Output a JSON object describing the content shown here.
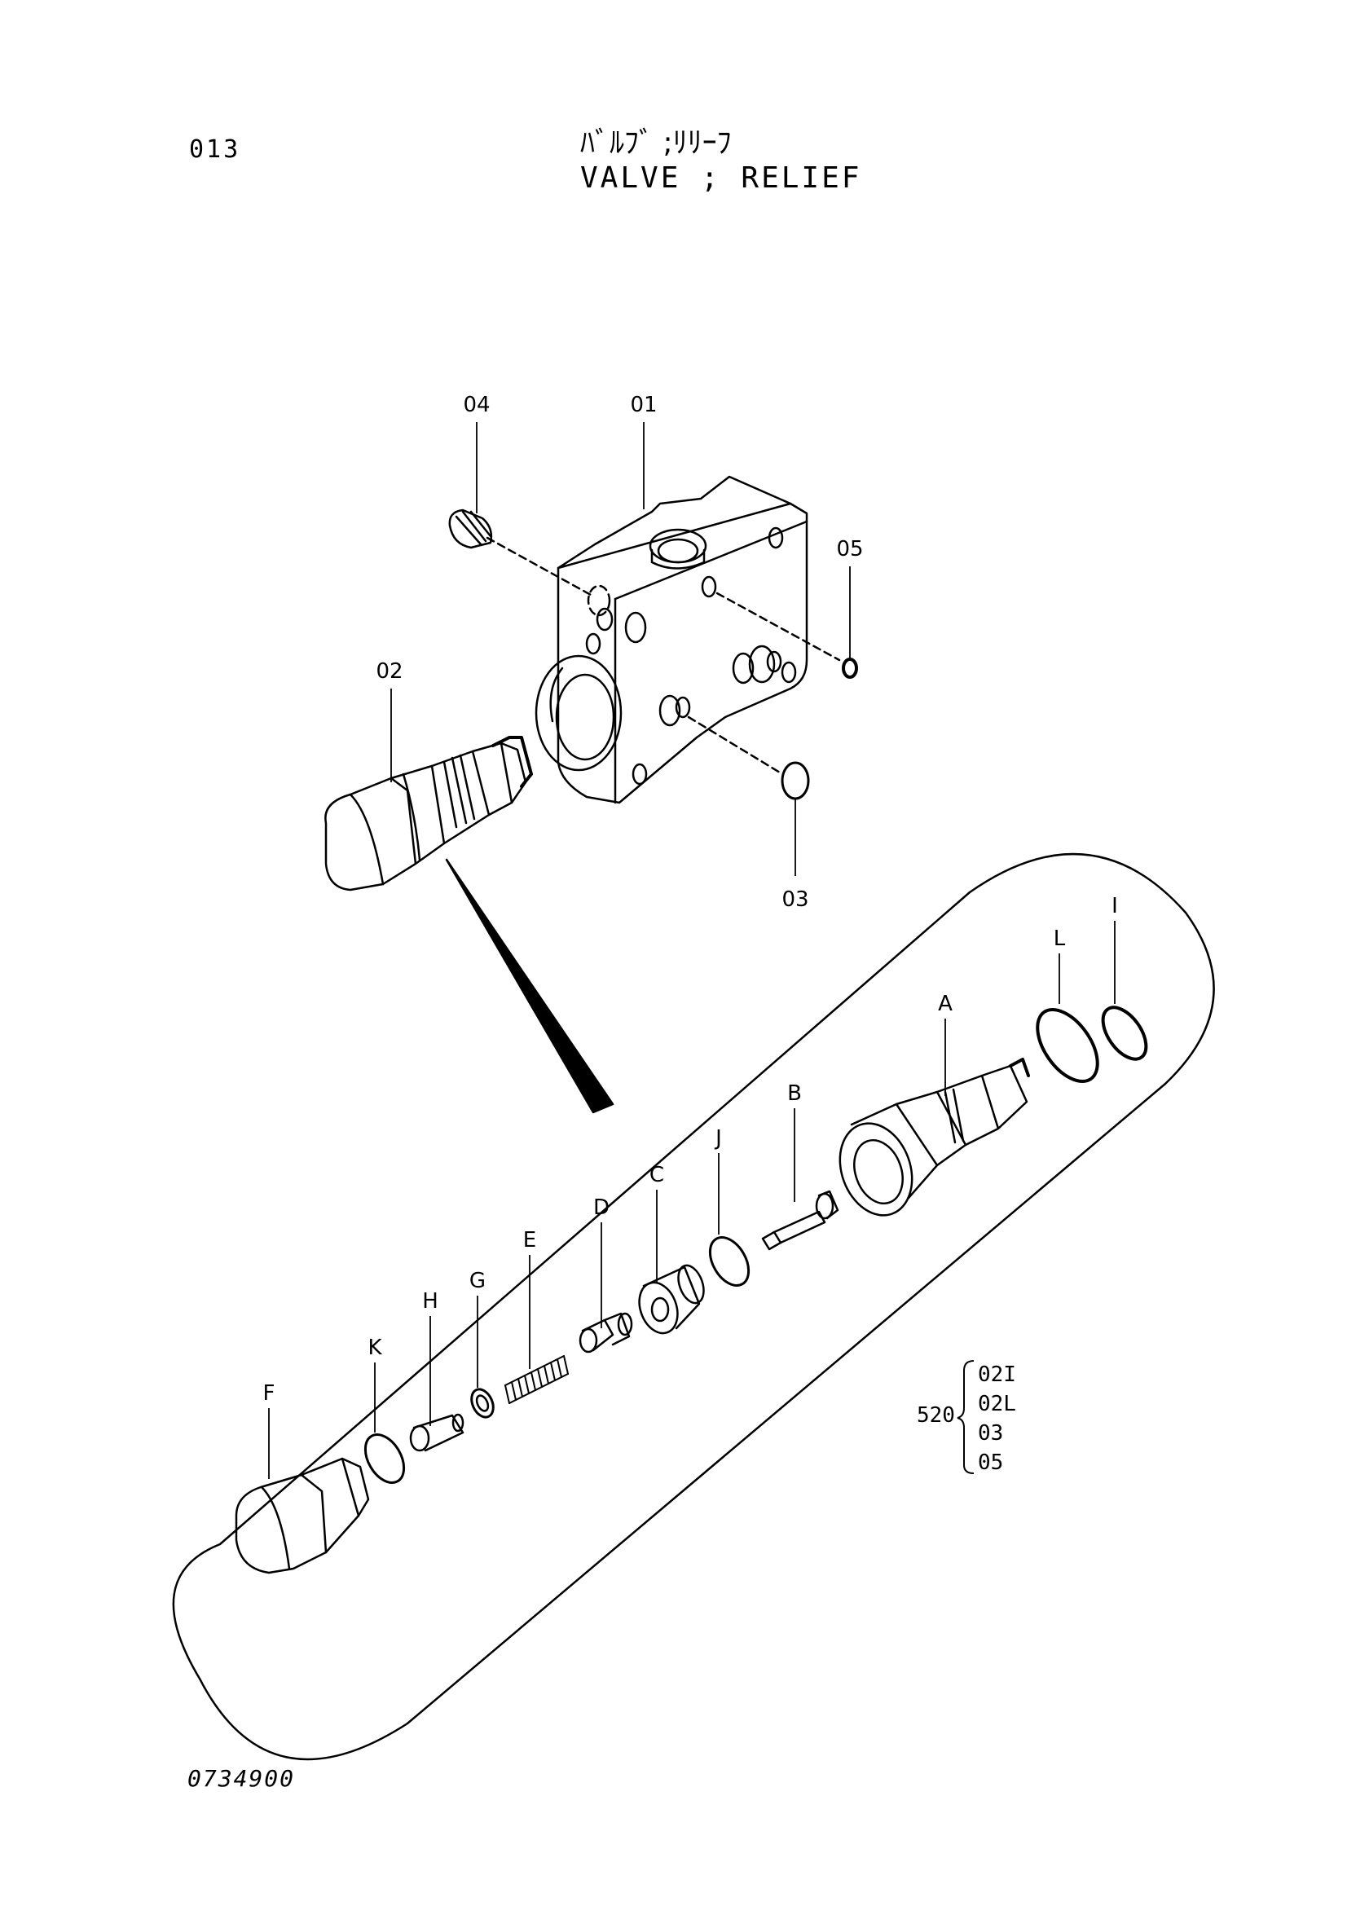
{
  "header": {
    "page_code": "013",
    "title_jp": "ﾊﾞﾙﾌﾞ ;ﾘﾘｰﾌ",
    "title_en": "VALVE   ; RELIEF"
  },
  "parts": {
    "p01": "01",
    "p02": "02",
    "p03": "03",
    "p04": "04",
    "p05": "05"
  },
  "detail_parts": {
    "A": "A",
    "B": "B",
    "C": "C",
    "D": "D",
    "E": "E",
    "F": "F",
    "G": "G",
    "H": "H",
    "I": "I",
    "J": "J",
    "K": "K",
    "L": "L"
  },
  "kit": {
    "number": "520",
    "items": [
      "02I",
      "02L",
      "03",
      "05"
    ]
  },
  "footer": {
    "drawing_number": "0734900"
  }
}
